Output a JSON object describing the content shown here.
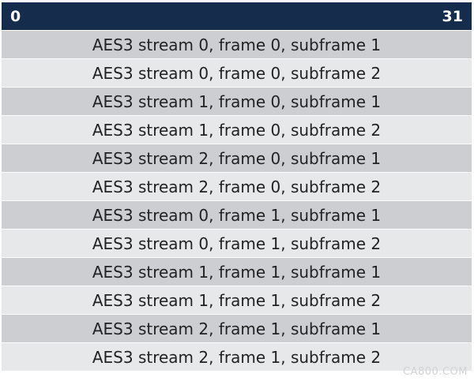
{
  "header": {
    "left_label": "0",
    "right_label": "31",
    "background_color": "#162c4c"
  },
  "rows": [
    "AES3 stream 0, frame 0, subframe 1",
    "AES3 stream 0, frame 0, subframe 2",
    "AES3 stream 1, frame 0, subframe 1",
    "AES3 stream 1, frame 0, subframe 2",
    "AES3 stream 2, frame 0, subframe 1",
    "AES3 stream 2, frame 0, subframe 2",
    "AES3 stream 0, frame 1, subframe 1",
    "AES3 stream 0, frame 1, subframe 2",
    "AES3 stream 1, frame 1, subframe 1",
    "AES3 stream 1, frame 1, subframe 2",
    "AES3 stream 2, frame 1, subframe 1",
    "AES3 stream 2, frame 1, subframe 2"
  ],
  "row_colors": [
    "#cdced2",
    "#e7e8ea"
  ],
  "watermark": "CA800.COM"
}
